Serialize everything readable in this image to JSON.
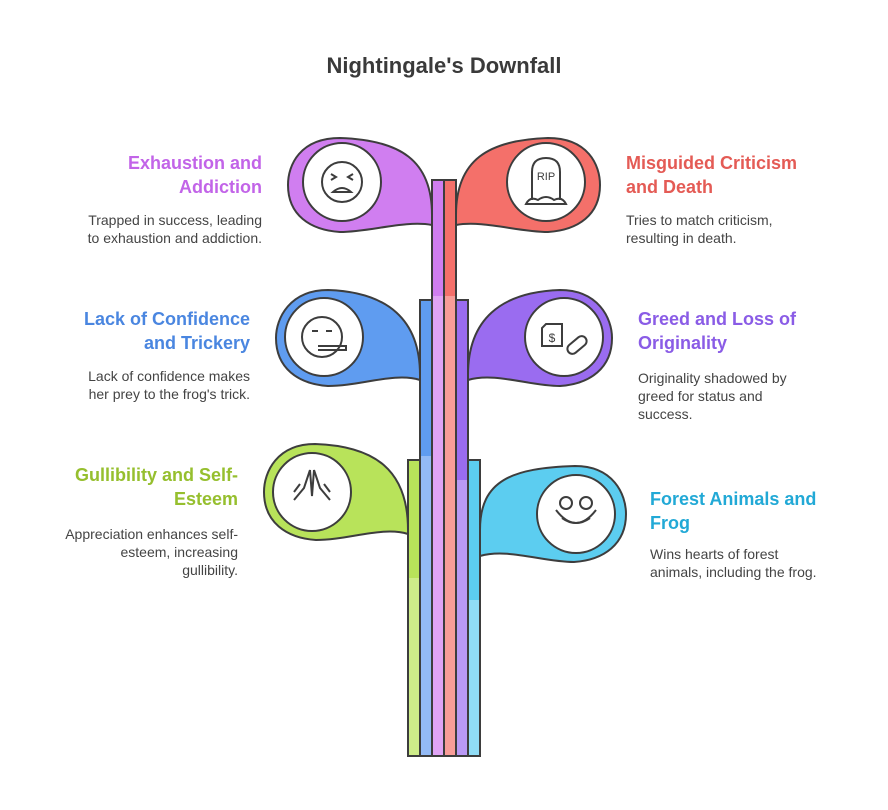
{
  "title": "Nightingale's Downfall",
  "colors": {
    "purple": "#d07ef0",
    "red": "#f4706a",
    "blue": "#5f9cf0",
    "violet": "#9a6cf0",
    "green": "#b8e35a",
    "cyan": "#3dc2ea",
    "outline": "#3d3d3d"
  },
  "items": [
    {
      "id": "exhaustion",
      "heading": "Exhaustion and Addiction",
      "heading_lines": [
        "Exhaustion and",
        "Addiction"
      ],
      "desc_lines": [
        "Trapped in success, leading",
        "to exhaustion and addiction."
      ],
      "icon": "tired-face-icon",
      "color": "#c264e8"
    },
    {
      "id": "criticism",
      "heading": "Misguided Criticism and Death",
      "heading_lines": [
        "Misguided Criticism",
        "and Death"
      ],
      "desc_lines": [
        "Tries to match criticism,",
        "resulting in death."
      ],
      "icon": "rip-tombstone-icon",
      "icon_text": "RIP",
      "color": "#e45b55"
    },
    {
      "id": "confidence",
      "heading": "Lack of Confidence and Trickery",
      "heading_lines": [
        "Lack of Confidence",
        "and Trickery"
      ],
      "desc_lines": [
        "Lack of confidence makes",
        "her prey to the frog's trick."
      ],
      "icon": "lying-face-icon",
      "color": "#4a86e0"
    },
    {
      "id": "greed",
      "heading": "Greed and Loss of Originality",
      "heading_lines": [
        "Greed and Loss of",
        "Originality"
      ],
      "desc_lines": [
        "Originality shadowed by",
        "greed for status and",
        "success."
      ],
      "icon": "money-pill-icon",
      "color": "#8a5ce6"
    },
    {
      "id": "gullibility",
      "heading": "Gullibility and Self-Esteem",
      "heading_lines": [
        "Gullibility and Self-",
        "Esteem"
      ],
      "desc_lines": [
        "Appreciation enhances self-",
        "esteem, increasing",
        "gullibility."
      ],
      "icon": "praying-hands-icon",
      "color": "#96bf2e"
    },
    {
      "id": "forest",
      "heading": "Forest Animals and Frog",
      "heading_lines": [
        "Forest Animals and",
        "Frog"
      ],
      "desc_lines": [
        "Wins hearts of forest",
        "animals, including the frog."
      ],
      "icon": "frog-face-icon",
      "color": "#22a9d6"
    }
  ]
}
